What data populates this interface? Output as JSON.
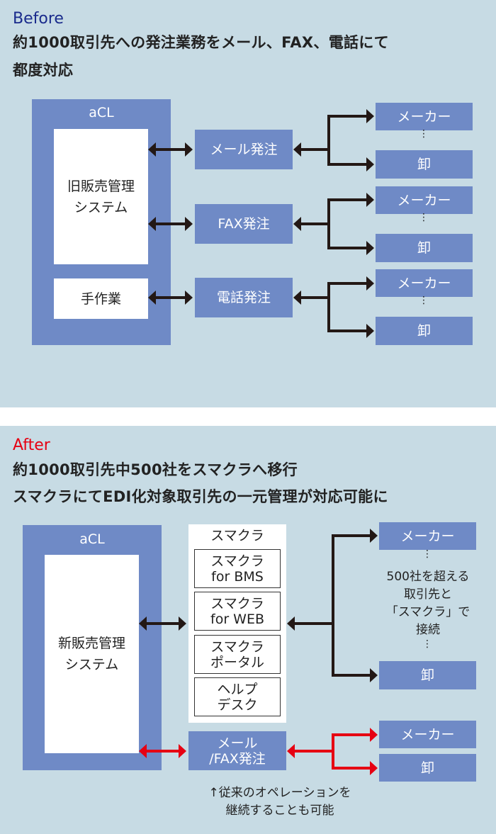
{
  "before": {
    "tag": "Before",
    "tag_color": "#1a2b8c",
    "headline_line1": "約1000取引先への発注業務をメール、FAX、電話にて",
    "headline_line2": "都度対応",
    "acl_label": "aCL",
    "legacy_system_line1": "旧販売管理",
    "legacy_system_line2": "システム",
    "manual_work": "手作業",
    "channels": [
      {
        "label": "メール発注"
      },
      {
        "label": "FAX発注"
      },
      {
        "label": "電話発注"
      }
    ],
    "partners": [
      {
        "maker": "メーカー",
        "wholesaler": "卸"
      },
      {
        "maker": "メーカー",
        "wholesaler": "卸"
      },
      {
        "maker": "メーカー",
        "wholesaler": "卸"
      }
    ],
    "ellipsis": "⋮"
  },
  "after": {
    "tag": "After",
    "tag_color": "#e60012",
    "headline_line1": "約1000取引先中500社をスマクラへ移行",
    "headline_line2": "スマクラにてEDI化対象取引先の一元管理が対応可能に",
    "acl_label": "aCL",
    "new_system_line1": "新販売管理",
    "new_system_line2": "システム",
    "smakura_title": "スマクラ",
    "smakura_items": [
      {
        "line1": "スマクラ",
        "line2": "for BMS"
      },
      {
        "line1": "スマクラ",
        "line2": "for WEB"
      },
      {
        "line1": "スマクラ",
        "line2": "ポータル"
      },
      {
        "line1": "ヘルプ",
        "line2": "デスク"
      }
    ],
    "edi_partners": {
      "maker": "メーカー",
      "wholesaler": "卸"
    },
    "edi_note": [
      "500社を超える",
      "取引先と",
      "「スマクラ」で",
      "接続"
    ],
    "legacy_channel_line1": "メール",
    "legacy_channel_line2": "/FAX発注",
    "legacy_partners": {
      "maker": "メーカー",
      "wholesaler": "卸"
    },
    "legacy_note_line1": "↑従来のオペレーションを",
    "legacy_note_line2": "継続することも可能",
    "ellipsis": "⋮",
    "legacy_arrow_color": "#e60012"
  },
  "colors": {
    "panel_bg": "#c7dbe4",
    "box_blue": "#6f8ac6",
    "arrow_dark": "#231815"
  }
}
